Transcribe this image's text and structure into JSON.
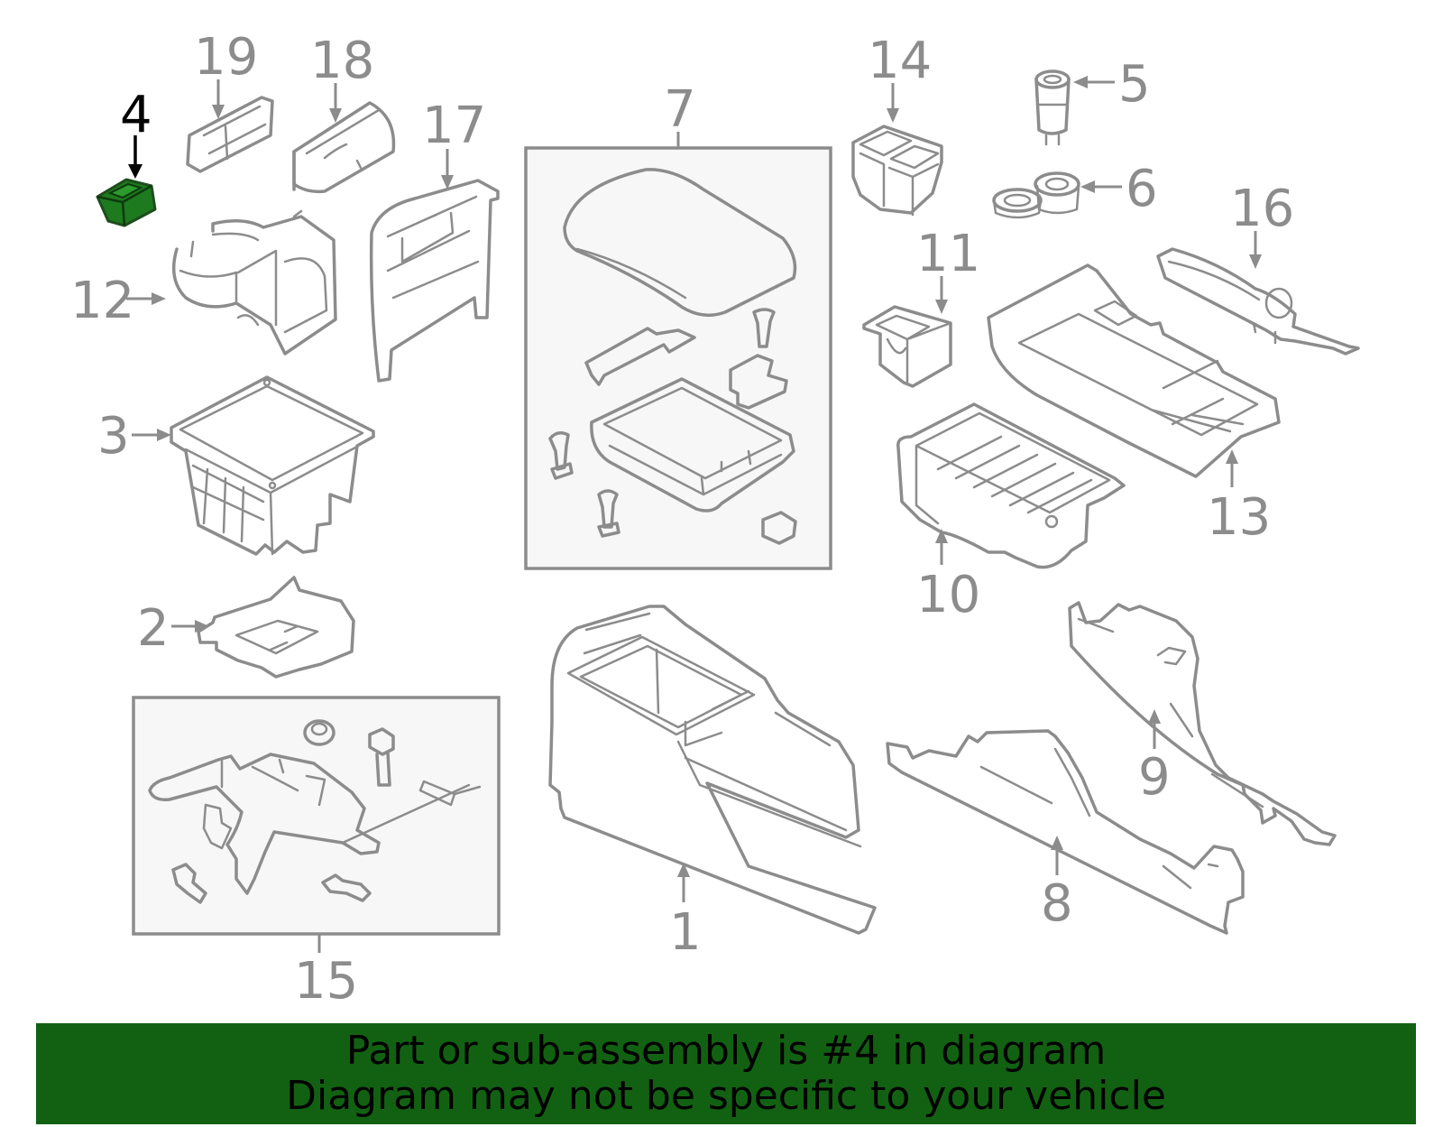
{
  "banner": {
    "line1": "Part or sub-assembly is #4 in diagram",
    "line2": "Diagram may not be specific to your vehicle"
  },
  "highlight": {
    "part_number": "4",
    "color": "#1e7a1e",
    "banner_color": "#126112"
  },
  "callouts": {
    "c1": "1",
    "c2": "2",
    "c3": "3",
    "c4": "4",
    "c5": "5",
    "c6": "6",
    "c7": "7",
    "c8": "8",
    "c9": "9",
    "c10": "10",
    "c11": "11",
    "c12": "12",
    "c13": "13",
    "c14": "14",
    "c15": "15",
    "c16": "16",
    "c17": "17",
    "c18": "18",
    "c19": "19"
  }
}
